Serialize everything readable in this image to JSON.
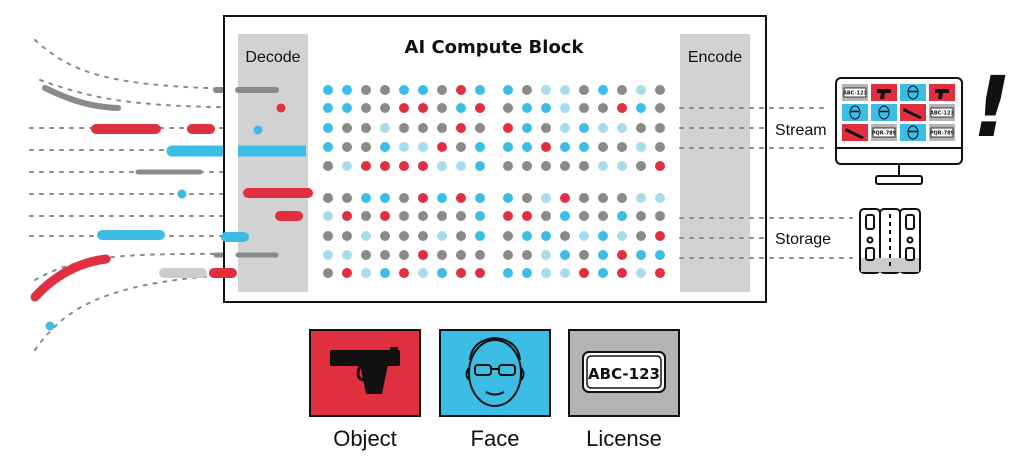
{
  "diagram": {
    "title": "AI Compute Block",
    "decode_label": "Decode",
    "encode_label": "Encode",
    "stream_label": "Stream",
    "storage_label": "Storage",
    "alert_symbol": "!",
    "plate_text": "ABC-123",
    "legend": [
      {
        "label": "Object",
        "icon": "gun-icon",
        "color": "#e03040"
      },
      {
        "label": "Face",
        "icon": "face-icon",
        "color": "#3bbde6"
      },
      {
        "label": "License",
        "icon": "license-plate-icon",
        "color": "#b4b4b4"
      }
    ],
    "monitor_tiles": [
      {
        "icon": "license-plate-icon",
        "text": "ABC-123",
        "color": "#b4b4b4"
      },
      {
        "icon": "gun-icon",
        "text": "",
        "color": "#e03040"
      },
      {
        "icon": "face-icon",
        "text": "",
        "color": "#3bbde6"
      },
      {
        "icon": "gun-icon",
        "text": "",
        "color": "#e03040"
      },
      {
        "icon": "face-icon",
        "text": "",
        "color": "#3bbde6"
      },
      {
        "icon": "face-icon",
        "text": "",
        "color": "#3bbde6"
      },
      {
        "icon": "rifle-icon",
        "text": "",
        "color": "#e03040"
      },
      {
        "icon": "license-plate-icon",
        "text": "ABC-123",
        "color": "#b4b4b4"
      },
      {
        "icon": "rifle-icon",
        "text": "",
        "color": "#e03040"
      },
      {
        "icon": "license-plate-icon",
        "text": "PQR-789",
        "color": "#b4b4b4"
      },
      {
        "icon": "face-icon",
        "text": "",
        "color": "#3bbde6"
      },
      {
        "icon": "license-plate-icon",
        "text": "PQR-789",
        "color": "#b4b4b4"
      }
    ],
    "colors": {
      "red": "#e03040",
      "blue": "#3bbde6",
      "lightblue": "#a8dcec",
      "gray": "#8a8a8a",
      "panel": "#d2d2d2"
    }
  }
}
